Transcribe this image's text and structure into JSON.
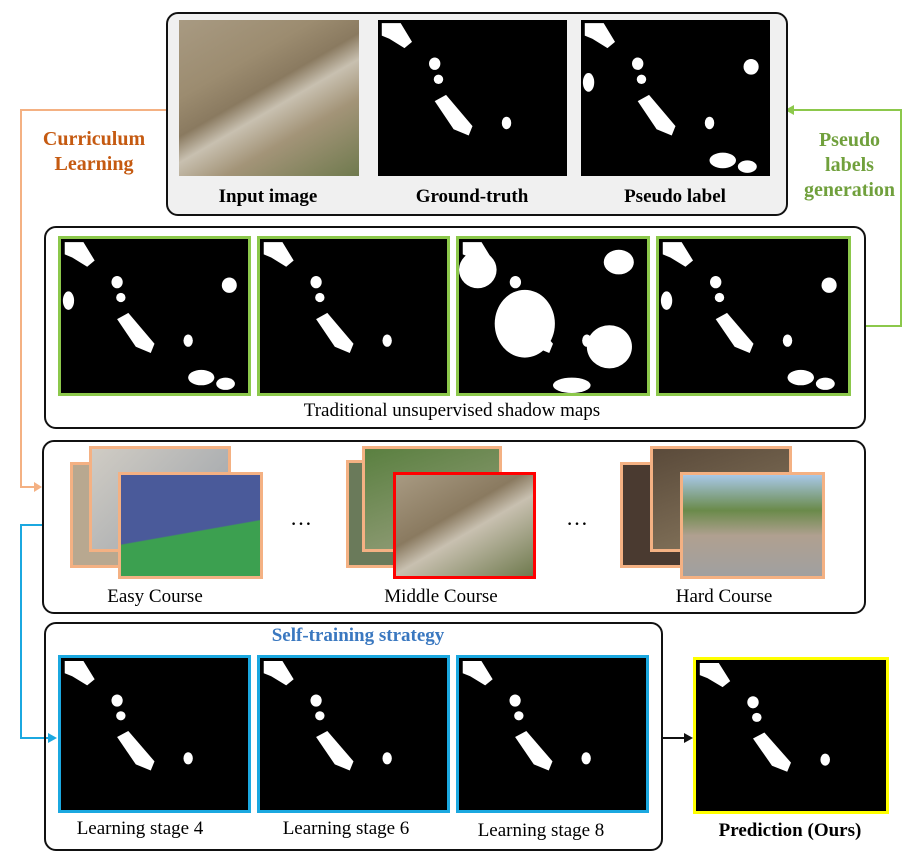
{
  "top_panel": {
    "labels": [
      "Input image",
      "Ground-truth",
      "Pseudo label"
    ]
  },
  "side_labels": {
    "curriculum": [
      "Curriculum",
      "Learning"
    ],
    "pseudo": [
      "Pseudo",
      "labels",
      "generation"
    ]
  },
  "unsupervised_panel": {
    "caption": "Traditional unsupervised shadow maps"
  },
  "course_panel": {
    "easy": "Easy Course",
    "middle": "Middle Course",
    "hard": "Hard Course",
    "ellipsis": "…"
  },
  "self_training": {
    "title": "Self-training strategy",
    "stages": [
      "Learning stage 4",
      "Learning stage 6",
      "Learning stage 8"
    ]
  },
  "prediction": {
    "label": "Prediction (Ours)"
  },
  "colors": {
    "orange": "#f4b183",
    "orange_text": "#c55a11",
    "green": "#8cc84b",
    "green_text": "#70a03c",
    "blue": "#1ba8e0",
    "blue_text": "#3a78c0",
    "yellow": "#ffff00",
    "red": "#ff0000"
  }
}
